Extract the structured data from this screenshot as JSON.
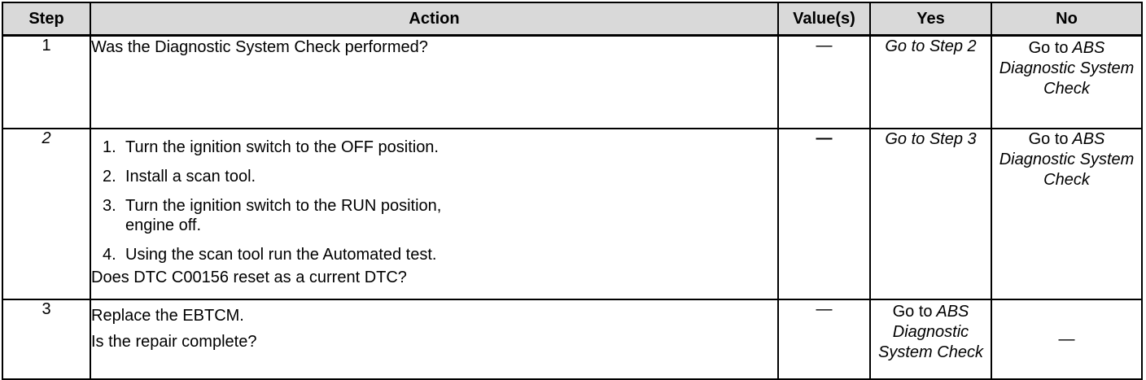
{
  "headers": {
    "step": "Step",
    "action": "Action",
    "values": "Value(s)",
    "yes": "Yes",
    "no": "No"
  },
  "rows": [
    {
      "step": "1",
      "action_text": "Was the Diagnostic System Check performed?",
      "value": "—",
      "yes": "Go to Step 2",
      "no_prefix": "Go to",
      "no_italic": "ABS Diagnostic System Check"
    },
    {
      "step": "2",
      "items": [
        {
          "num": "1.",
          "text": "Turn the ignition switch to the OFF position."
        },
        {
          "num": "2.",
          "text": "Install a scan tool."
        },
        {
          "num": "3.",
          "text": "Turn the ignition switch to the RUN position, engine off."
        },
        {
          "num": "4.",
          "text": "Using the scan tool run the Automated test."
        }
      ],
      "question": "Does DTC C00156 reset as a current DTC?",
      "value": "—",
      "yes": "Go to Step 3",
      "no_prefix": "Go to",
      "no_italic": "ABS Diagnostic System Check"
    },
    {
      "step": "3",
      "action_line1": "Replace the EBTCM.",
      "action_line2": "Is the repair complete?",
      "value": "—",
      "yes_prefix": "Go to",
      "yes_italic": "ABS Diagnostic System Check",
      "no": "—"
    }
  ]
}
